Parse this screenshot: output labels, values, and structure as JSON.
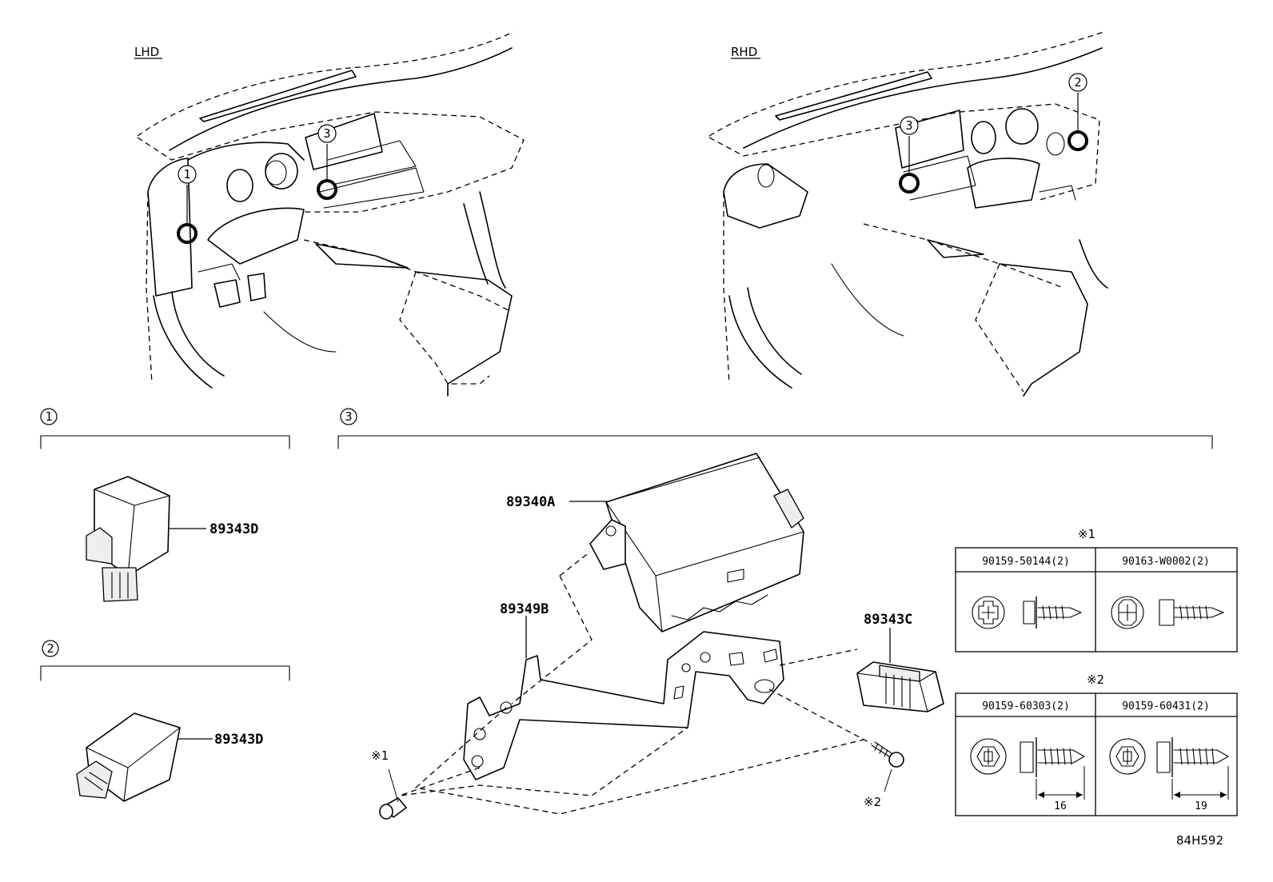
{
  "views": {
    "lhd": {
      "title": "LHD"
    },
    "rhd": {
      "title": "RHD"
    }
  },
  "callouts": {
    "c1": "1",
    "c2": "2",
    "c3": "3"
  },
  "sections": {
    "s1": {
      "num": "1"
    },
    "s2": {
      "num": "2"
    },
    "s3": {
      "num": "3"
    }
  },
  "parts": {
    "p_89343D_a": "89343D",
    "p_89343D_b": "89343D",
    "p_89340A": "89340A",
    "p_89349B": "89349B",
    "p_89343C": "89343C"
  },
  "fastener_marks": {
    "m1": "※1",
    "m2": "※2"
  },
  "fastener_tables": {
    "t1": {
      "title": "※1",
      "left": "90159-50144(2)",
      "right": "90163-W0002(2)"
    },
    "t2": {
      "title": "※2",
      "left": "90159-60303(2)",
      "right": "90159-60431(2)",
      "left_dim": "16",
      "right_dim": "19"
    }
  },
  "ref_code": "84H592"
}
